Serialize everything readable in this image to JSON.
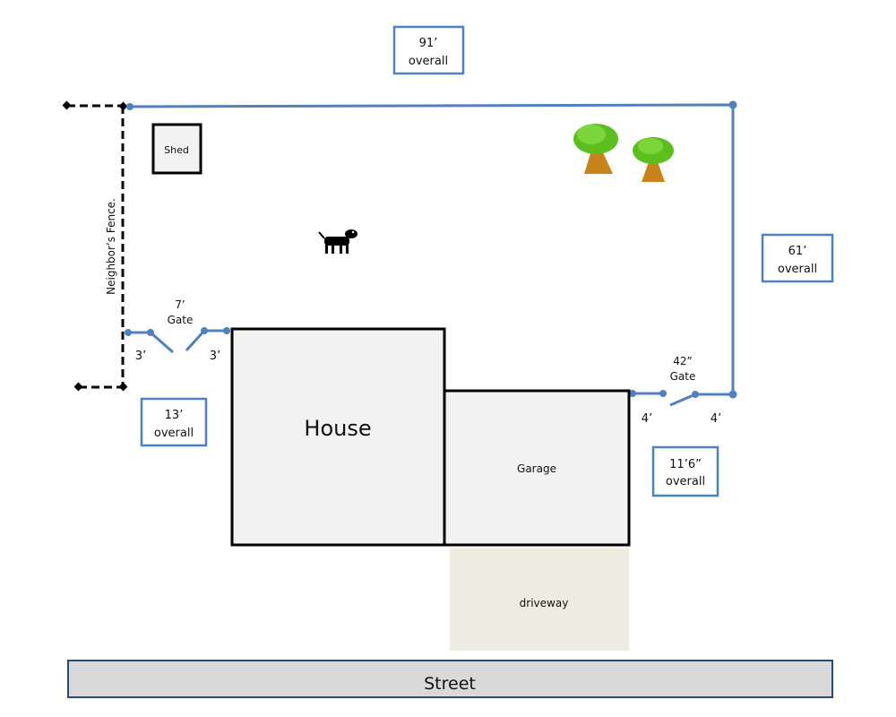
{
  "labels": {
    "top_overall": {
      "value": "91’",
      "suffix": "overall"
    },
    "right_overall": {
      "value": "61’",
      "suffix": "overall"
    },
    "left_overall": {
      "value": "13’",
      "suffix": "overall"
    },
    "gate_side_overall": {
      "value": "11’6”",
      "suffix": "overall"
    }
  },
  "left_gate": {
    "width": "7’",
    "label": "Gate",
    "left_segment": "3’",
    "right_segment": "3’"
  },
  "right_gate": {
    "width": "42”",
    "label": "Gate",
    "left_segment": "4’",
    "right_segment": "4’"
  },
  "neighbor_fence": "Neighbor’s Fence.",
  "shed": "Shed",
  "house": "House",
  "garage": "Garage",
  "driveway": "driveway",
  "street": "Street",
  "colors": {
    "fence": "#4f81bd",
    "neighbor_fence": "#000000",
    "building": "#f2f2f2",
    "driveway": "#eeebe0",
    "street": "#d9d9d9",
    "street_border": "#2e4a6e"
  }
}
